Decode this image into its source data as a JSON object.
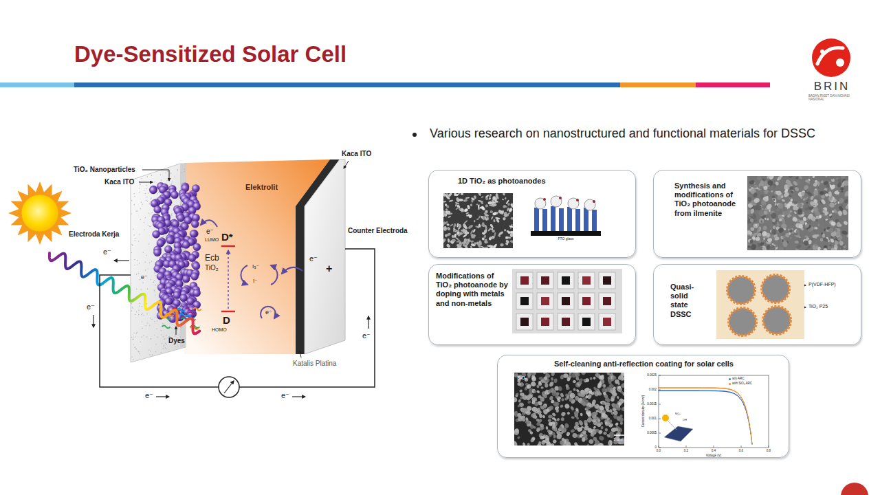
{
  "diagram": {
    "title": "Dye-Sensitized Solar Cell",
    "nodes": [
      {
        "text": [
          "1D TiO₂ as photoanodes"
        ]
      },
      {
        "text": [
          "Synthesis and modifications of TiO₂ photoanode from ilmenite"
        ]
      },
      {
        "text": [
          "Modifications of TiO₂ photoanode by doping with metals and non-metals"
        ]
      },
      {
        "text": [
          "Quasi-solid state DSSC"
        ]
      },
      {
        "text": [
          "Self-cleaning anti-reflection coating for solar cells"
        ]
      }
    ],
    "labels": [
      "BRIN",
      "BADAN RISET DAN INOVASI NASIONAL",
      "Various research on nanostructured and functional materials for DSSC",
      "TiO₂ Nanoparticles",
      "Kaca ITO",
      "Kaca ITO",
      "Elektrolit",
      "Electroda Kerja",
      "Counter Electroda",
      "e⁻",
      "LUMO",
      "D*",
      "Ecb",
      "TiO₂",
      "D",
      "HOMO",
      "Dyes",
      "Katalis Platina",
      "e⁻",
      "e⁻",
      "e⁻",
      "e⁻",
      "e⁻",
      "e⁻",
      "e⁻",
      "e⁻",
      "+",
      "I₃⁻",
      "I⁻",
      "FTO glass",
      "P(VDF-HFP)",
      "TiO₂ P25",
      "SiO₂",
      "1 μm",
      "Current density (A/cm²)",
      "Voltage (V)",
      "0.0025",
      "0.002",
      "0.0015",
      "0.001",
      "0.0005",
      "0",
      "0.0",
      "0.2",
      "0.4",
      "0.6",
      "0.8",
      "NO₂",
      "OH"
    ],
    "legend": [
      {
        "text": "w/o ARC",
        "color": "#3b6fc4"
      },
      {
        "text": "with SiO₂ ARC",
        "color": "#f08a24"
      }
    ]
  }
}
